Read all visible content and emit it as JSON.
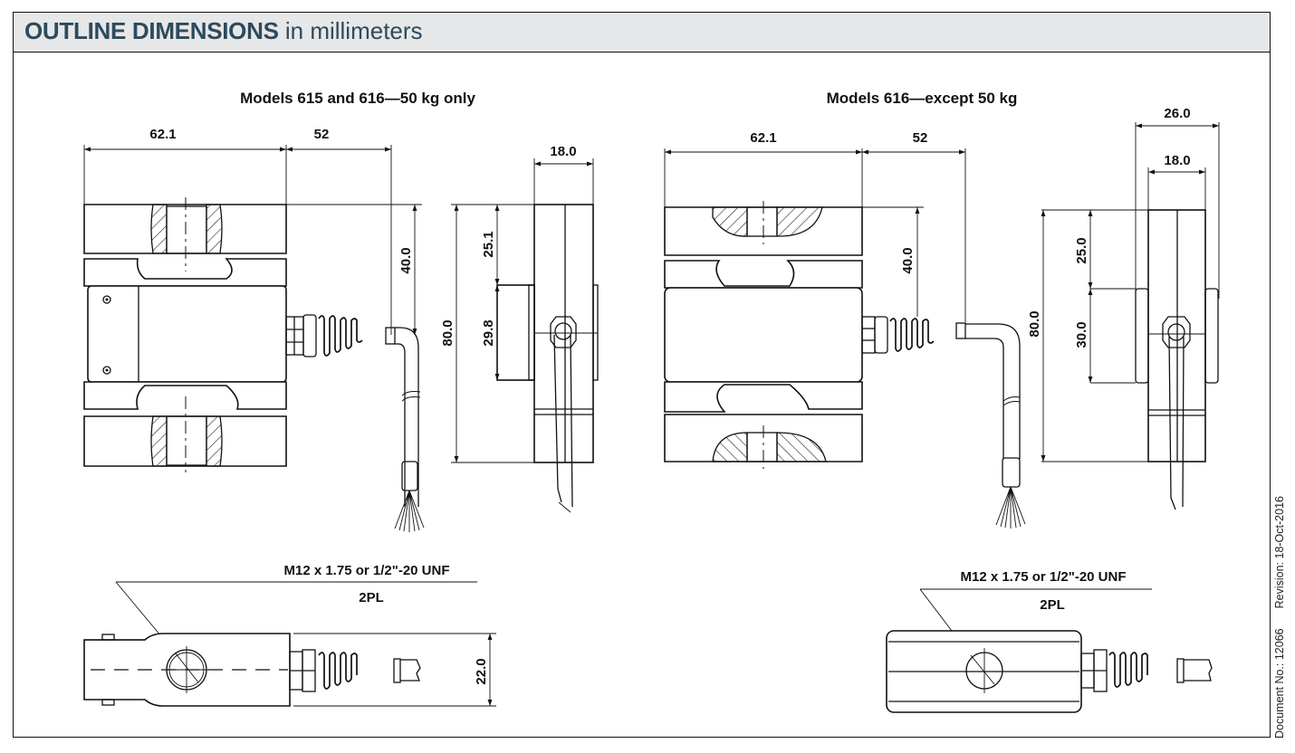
{
  "header": {
    "title_bold": "OUTLINE DIMENSIONS",
    "title_rest": "in millimeters",
    "bg_color": "#e6e7e8",
    "title_color": "#2e4a5c"
  },
  "side_note": {
    "document_no": "Document No.: 12066",
    "revision": "Revision: 18-Oct-2016"
  },
  "drawings": {
    "left": {
      "caption": "Models 615 and 616—50 kg only",
      "front": {
        "width": "62.1",
        "cable": "52",
        "cable_height": "40.0"
      },
      "side": {
        "thickness": "18.0",
        "height": "80.0",
        "top_offset": "25.1",
        "plate_height": "29.8"
      },
      "bottom": {
        "thread": "M12 x 1.75 or 1/2\"-20 UNF",
        "qty": "2PL",
        "height": "22.0"
      }
    },
    "right": {
      "caption": "Models 616—except 50 kg",
      "front": {
        "width": "62.1",
        "cable": "52",
        "cable_height": "40.0"
      },
      "side": {
        "overall": "26.0",
        "thickness": "18.0",
        "height": "80.0",
        "top_offset": "25.0",
        "plate_height": "30.0"
      },
      "bottom": {
        "thread": "M12 x 1.75 or 1/2\"-20 UNF",
        "qty": "2PL"
      }
    }
  }
}
